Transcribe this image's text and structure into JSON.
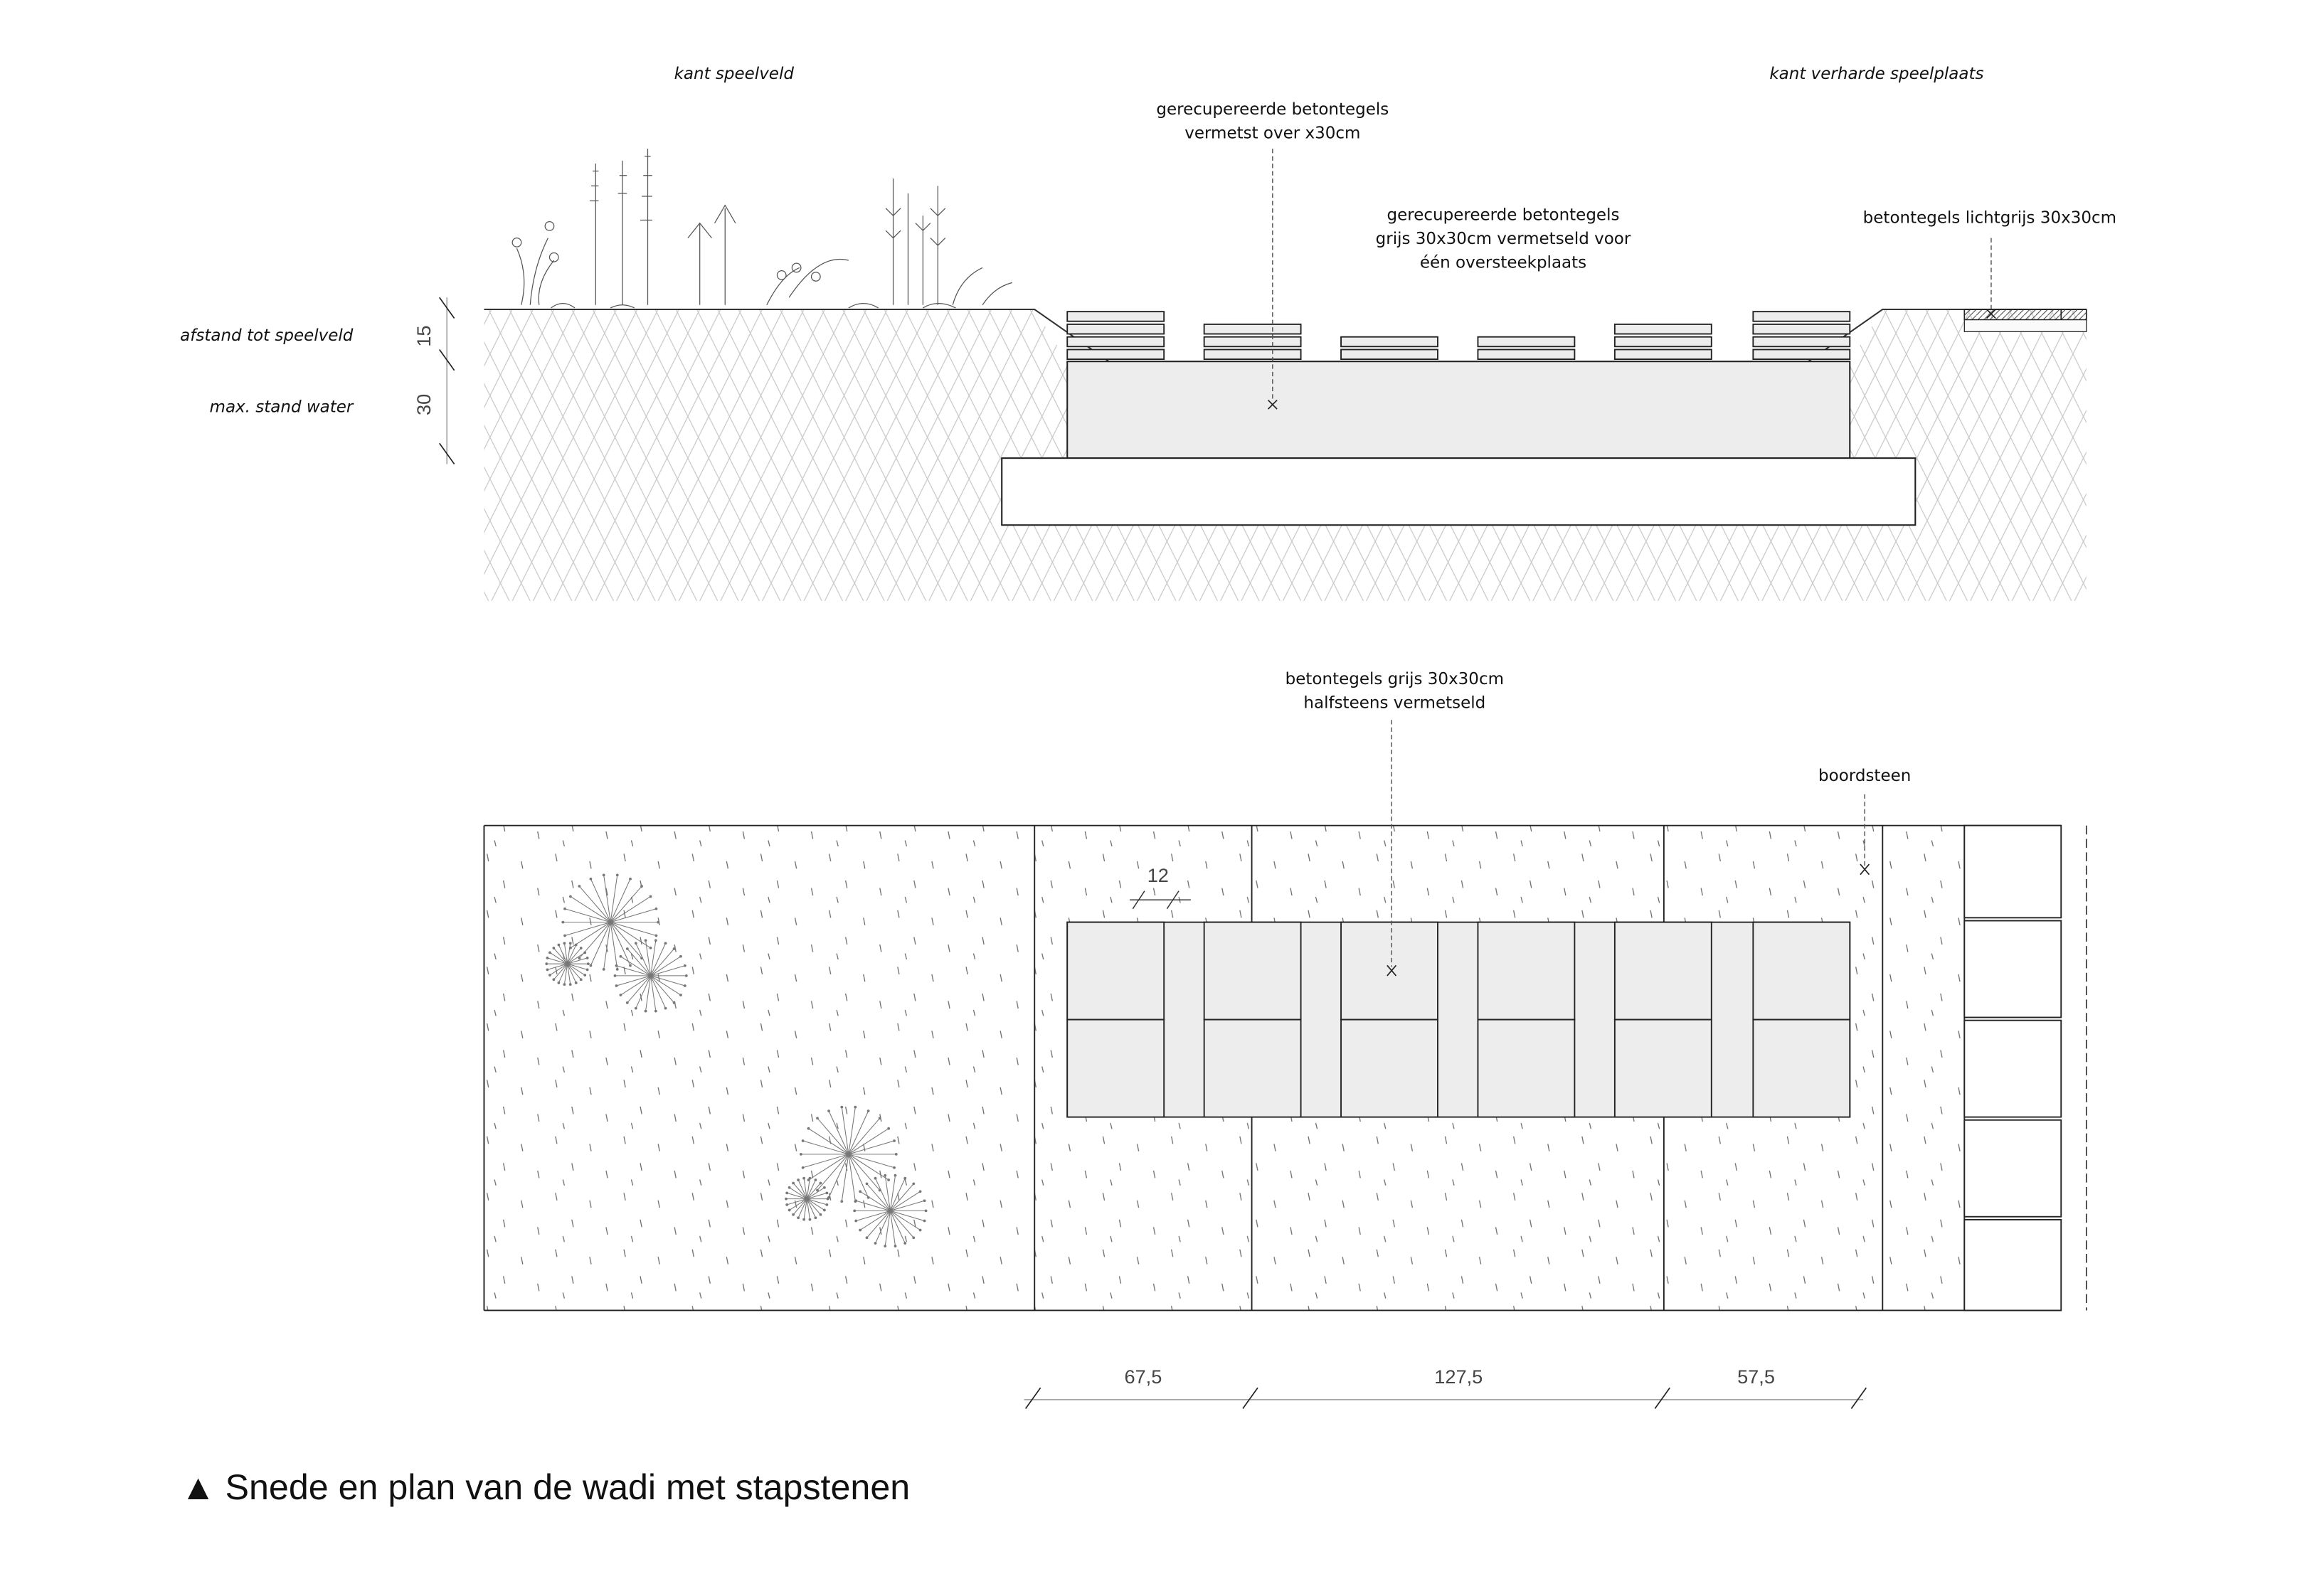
{
  "section": {
    "label_left_side": "kant speelveld",
    "label_right_side": "kant verharde speelplaats",
    "callout_stacked": [
      "gerecupereerde betontegels",
      "vermetst over x30cm"
    ],
    "callout_crossing": [
      "gerecupereerde betontegels",
      "grijs 30x30cm vermetseld voor",
      "één oversteekplaats"
    ],
    "callout_paving": "betontegels lichtgrijs 30x30cm",
    "level_labels": [
      "afstand tot speelveld",
      "max. stand water"
    ],
    "level_dims": [
      "15",
      "30"
    ],
    "tile_stack_counts": [
      4,
      3,
      2,
      2,
      3,
      4
    ]
  },
  "plan": {
    "callout_tiles": [
      "betontegels grijs 30x30cm",
      "halfsteens vermetseld"
    ],
    "callout_curb": "boordsteen",
    "joint_dim": "12",
    "dims": [
      "67,5",
      "127,5",
      "57,5"
    ]
  },
  "caption": {
    "marker": "▲",
    "text": "Snede en plan van de wadi met stapstenen"
  }
}
